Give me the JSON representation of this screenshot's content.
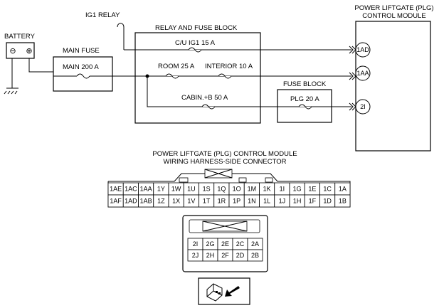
{
  "labels": {
    "ig1_relay": "IG1 RELAY",
    "battery": "BATTERY",
    "main_fuse": "MAIN FUSE",
    "relay_fuse_block": "RELAY AND FUSE BLOCK",
    "fuse_block": "FUSE BLOCK",
    "module_title_1": "POWER LIFTGATE (PLG)",
    "module_title_2": "CONTROL MODULE",
    "fuse_main": "MAIN 200 A",
    "fuse_cu_ig1": "C/U IG1 15 A",
    "fuse_room": "ROOM 25 A",
    "fuse_interior": "INTERIOR 10 A",
    "fuse_cabin": "CABIN.+B 50 A",
    "fuse_plg": "PLG 20 A",
    "terminal_1ad": "1AD",
    "terminal_1aa": "1AA",
    "terminal_2i": "2I",
    "battery_minus": "⊖",
    "battery_plus": "⊕",
    "connector_title_1": "POWER LIFTGATE (PLG) CONTROL MODULE",
    "connector_title_2": "WIRING HARNESS-SIDE CONNECTOR"
  },
  "connector1": {
    "top_row": [
      "1AE",
      "1AC",
      "1AA",
      "1Y",
      "1W",
      "1U",
      "1S",
      "1Q",
      "1O",
      "1M",
      "1K",
      "1I",
      "1G",
      "1E",
      "1C",
      "1A"
    ],
    "bottom_row": [
      "1AF",
      "1AD",
      "1AB",
      "1Z",
      "1X",
      "1V",
      "1T",
      "1R",
      "1P",
      "1N",
      "1L",
      "1J",
      "1H",
      "1F",
      "1D",
      "1B"
    ]
  },
  "connector2": {
    "top_row": [
      "2I",
      "2G",
      "2E",
      "2C",
      "2A"
    ],
    "bottom_row": [
      "2J",
      "2H",
      "2F",
      "2D",
      "2B"
    ]
  },
  "icons": {
    "view_direction": "connector-view-arrow-icon",
    "ground": "ground-icon",
    "fuse": "fuse-icon",
    "relay_coil": "relay-coil-icon"
  }
}
